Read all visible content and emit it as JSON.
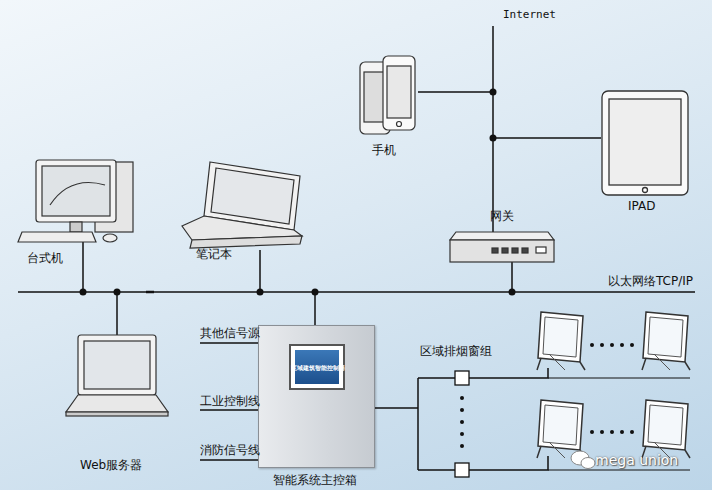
{
  "diagram": {
    "nodes": [
      {
        "text": [
          "手机"
        ]
      },
      {
        "text": [
          "IPAD"
        ]
      },
      {
        "text": [
          "网关"
        ]
      },
      {
        "text": [
          "台式机"
        ]
      },
      {
        "text": [
          "笔记本"
        ]
      },
      {
        "text": [
          "Web服务器"
        ]
      },
      {
        "text": [
          "智能系统主控箱"
        ]
      }
    ],
    "labels": [
      "Internet",
      "以太网络TCP/IP",
      "其他信号源",
      "工业控制线",
      "消防信号线",
      "区域排烟窗组",
      "区域建筑智能控制器",
      "mega union"
    ]
  }
}
